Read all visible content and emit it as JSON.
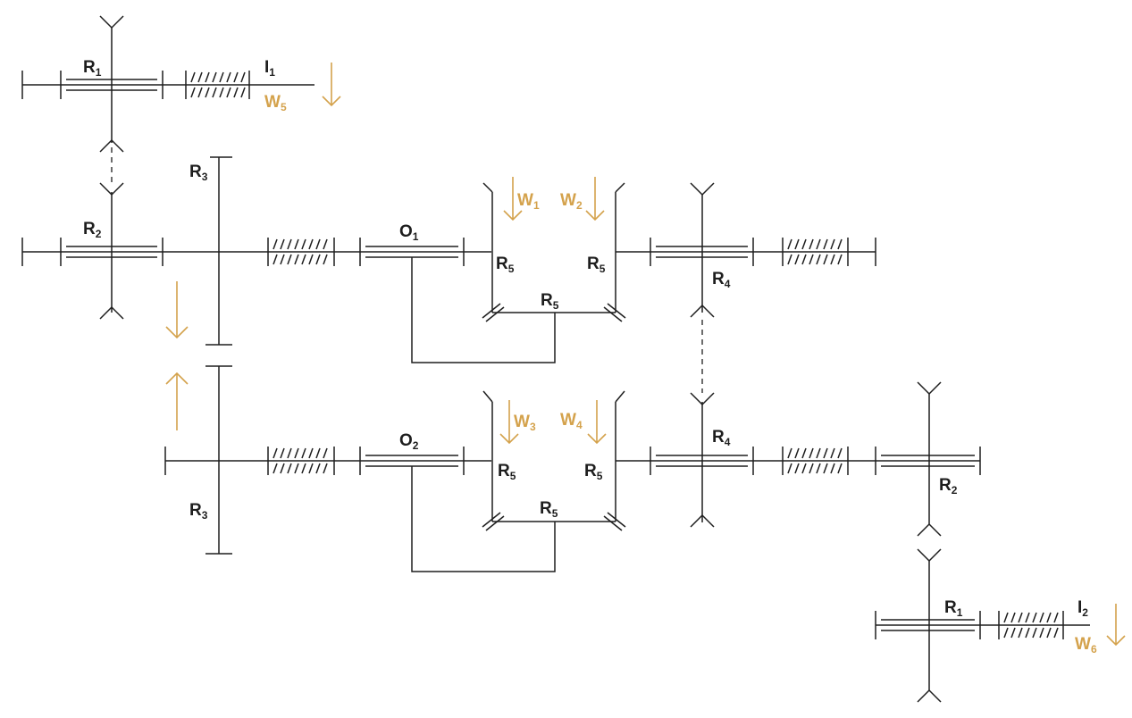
{
  "diagram": {
    "labels": {
      "r1_top": {
        "main": "R",
        "sub": "1"
      },
      "i1": {
        "main": "I",
        "sub": "1"
      },
      "w5": {
        "main": "W",
        "sub": "5"
      },
      "r3_top": {
        "main": "R",
        "sub": "3"
      },
      "r2_left": {
        "main": "R",
        "sub": "2"
      },
      "o1": {
        "main": "O",
        "sub": "1"
      },
      "w1": {
        "main": "W",
        "sub": "1"
      },
      "w2": {
        "main": "W",
        "sub": "2"
      },
      "r5_a": {
        "main": "R",
        "sub": "5"
      },
      "r5_b": {
        "main": "R",
        "sub": "5"
      },
      "r5_c": {
        "main": "R",
        "sub": "5"
      },
      "r4_top": {
        "main": "R",
        "sub": "4"
      },
      "o2": {
        "main": "O",
        "sub": "2"
      },
      "w3": {
        "main": "W",
        "sub": "3"
      },
      "w4": {
        "main": "W",
        "sub": "4"
      },
      "r5_d": {
        "main": "R",
        "sub": "5"
      },
      "r5_e": {
        "main": "R",
        "sub": "5"
      },
      "r5_f": {
        "main": "R",
        "sub": "5"
      },
      "r4_bottom": {
        "main": "R",
        "sub": "4"
      },
      "r2_right": {
        "main": "R",
        "sub": "2"
      },
      "r3_bottom": {
        "main": "R",
        "sub": "3"
      },
      "r1_bottom": {
        "main": "R",
        "sub": "1"
      },
      "i2": {
        "main": "I",
        "sub": "2"
      },
      "w6": {
        "main": "W",
        "sub": "6"
      }
    },
    "colors": {
      "line": "#1e1e1e",
      "accent": "#d4a24c"
    }
  }
}
